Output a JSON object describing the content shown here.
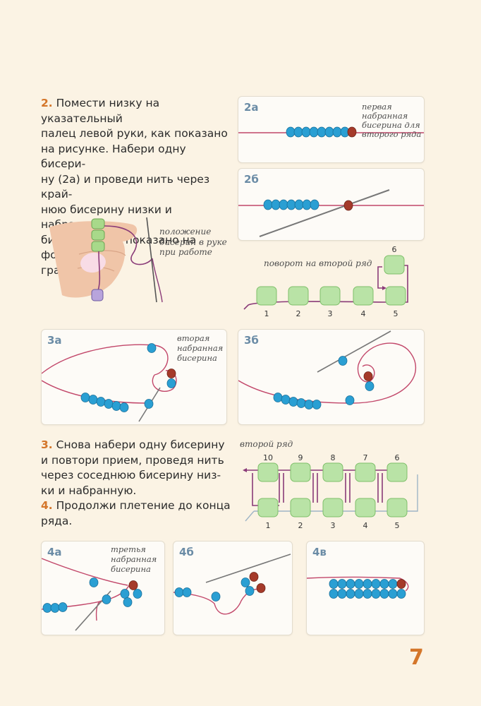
{
  "step2": {
    "number": "2.",
    "lines": [
      "Помести низку на указательный",
      "палец левой руки, как показано",
      "на рисунке. Набери одну бисери-",
      "ну (2а) и проведи нить через край-",
      "нюю бисерину низки и набранную",
      "бисерину, как показано на фото-",
      "графии (2б)."
    ]
  },
  "hand_caption": [
    "положение",
    "бисерин в руке",
    "при работе"
  ],
  "panel_2a": {
    "label": "2а",
    "caption": [
      "первая",
      "набранная",
      "бисерина для",
      "второго ряда"
    ]
  },
  "panel_2b": {
    "label": "2б"
  },
  "diagram_1": {
    "caption": "поворот на второй ряд",
    "numbers": [
      "1",
      "2",
      "3",
      "4",
      "5",
      "6"
    ]
  },
  "panel_3a": {
    "label": "3а",
    "caption": [
      "вторая",
      "набранная",
      "бисерина"
    ]
  },
  "panel_3b": {
    "label": "3б"
  },
  "step3": {
    "number": "3.",
    "lines": [
      "Снова набери одну бисерину",
      "и повтори прием, проведя нить",
      "через соседнюю бисерину низ-",
      "ки и набранную."
    ]
  },
  "step4": {
    "number": "4.",
    "lines": [
      "Продолжи плетение до конца",
      "ряда."
    ]
  },
  "diagram_2": {
    "caption": "второй ряд",
    "top_numbers": [
      "10",
      "9",
      "8",
      "7",
      "6"
    ],
    "bottom_numbers": [
      "1",
      "2",
      "3",
      "4",
      "5"
    ]
  },
  "panel_4a": {
    "label": "4а",
    "caption": [
      "третья",
      "набранная",
      "бисерина"
    ]
  },
  "panel_4b": {
    "label": "4б"
  },
  "panel_4c": {
    "label": "4в"
  },
  "page_number": "7",
  "colors": {
    "accent": "#d4762a",
    "label": "#6b8ca6",
    "bead_blue": "#2a9fd3",
    "bead_red": "#a53a2a",
    "thread": "#c2476a",
    "bead_green": "#b9e3a6",
    "arrow": "#8a3b78"
  }
}
